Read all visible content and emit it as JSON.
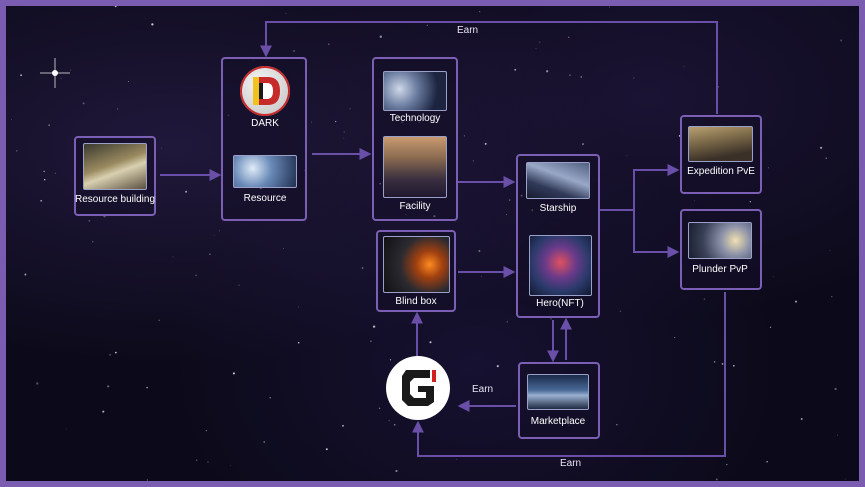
{
  "nodes": {
    "resource_building": "Resource building",
    "dark": "DARK",
    "resource": "Resource",
    "technology": "Technology",
    "facility": "Facility",
    "blind_box": "Blind box",
    "starship": "Starship",
    "hero": "Hero(NFT)",
    "expedition": "Expedition PvE",
    "plunder": "Plunder PvP",
    "marketplace": "Marketplace"
  },
  "edge_labels": {
    "top_earn": "Earn",
    "middle_earn": "Earn",
    "bottom_earn": "Earn"
  },
  "colors": {
    "border": "#7b5fb4",
    "arrow": "#6a4fa8",
    "background": "#0c0a1a"
  },
  "icons": {
    "dark_logo": "dark-d-logo",
    "g_logo": "g-token-logo"
  }
}
